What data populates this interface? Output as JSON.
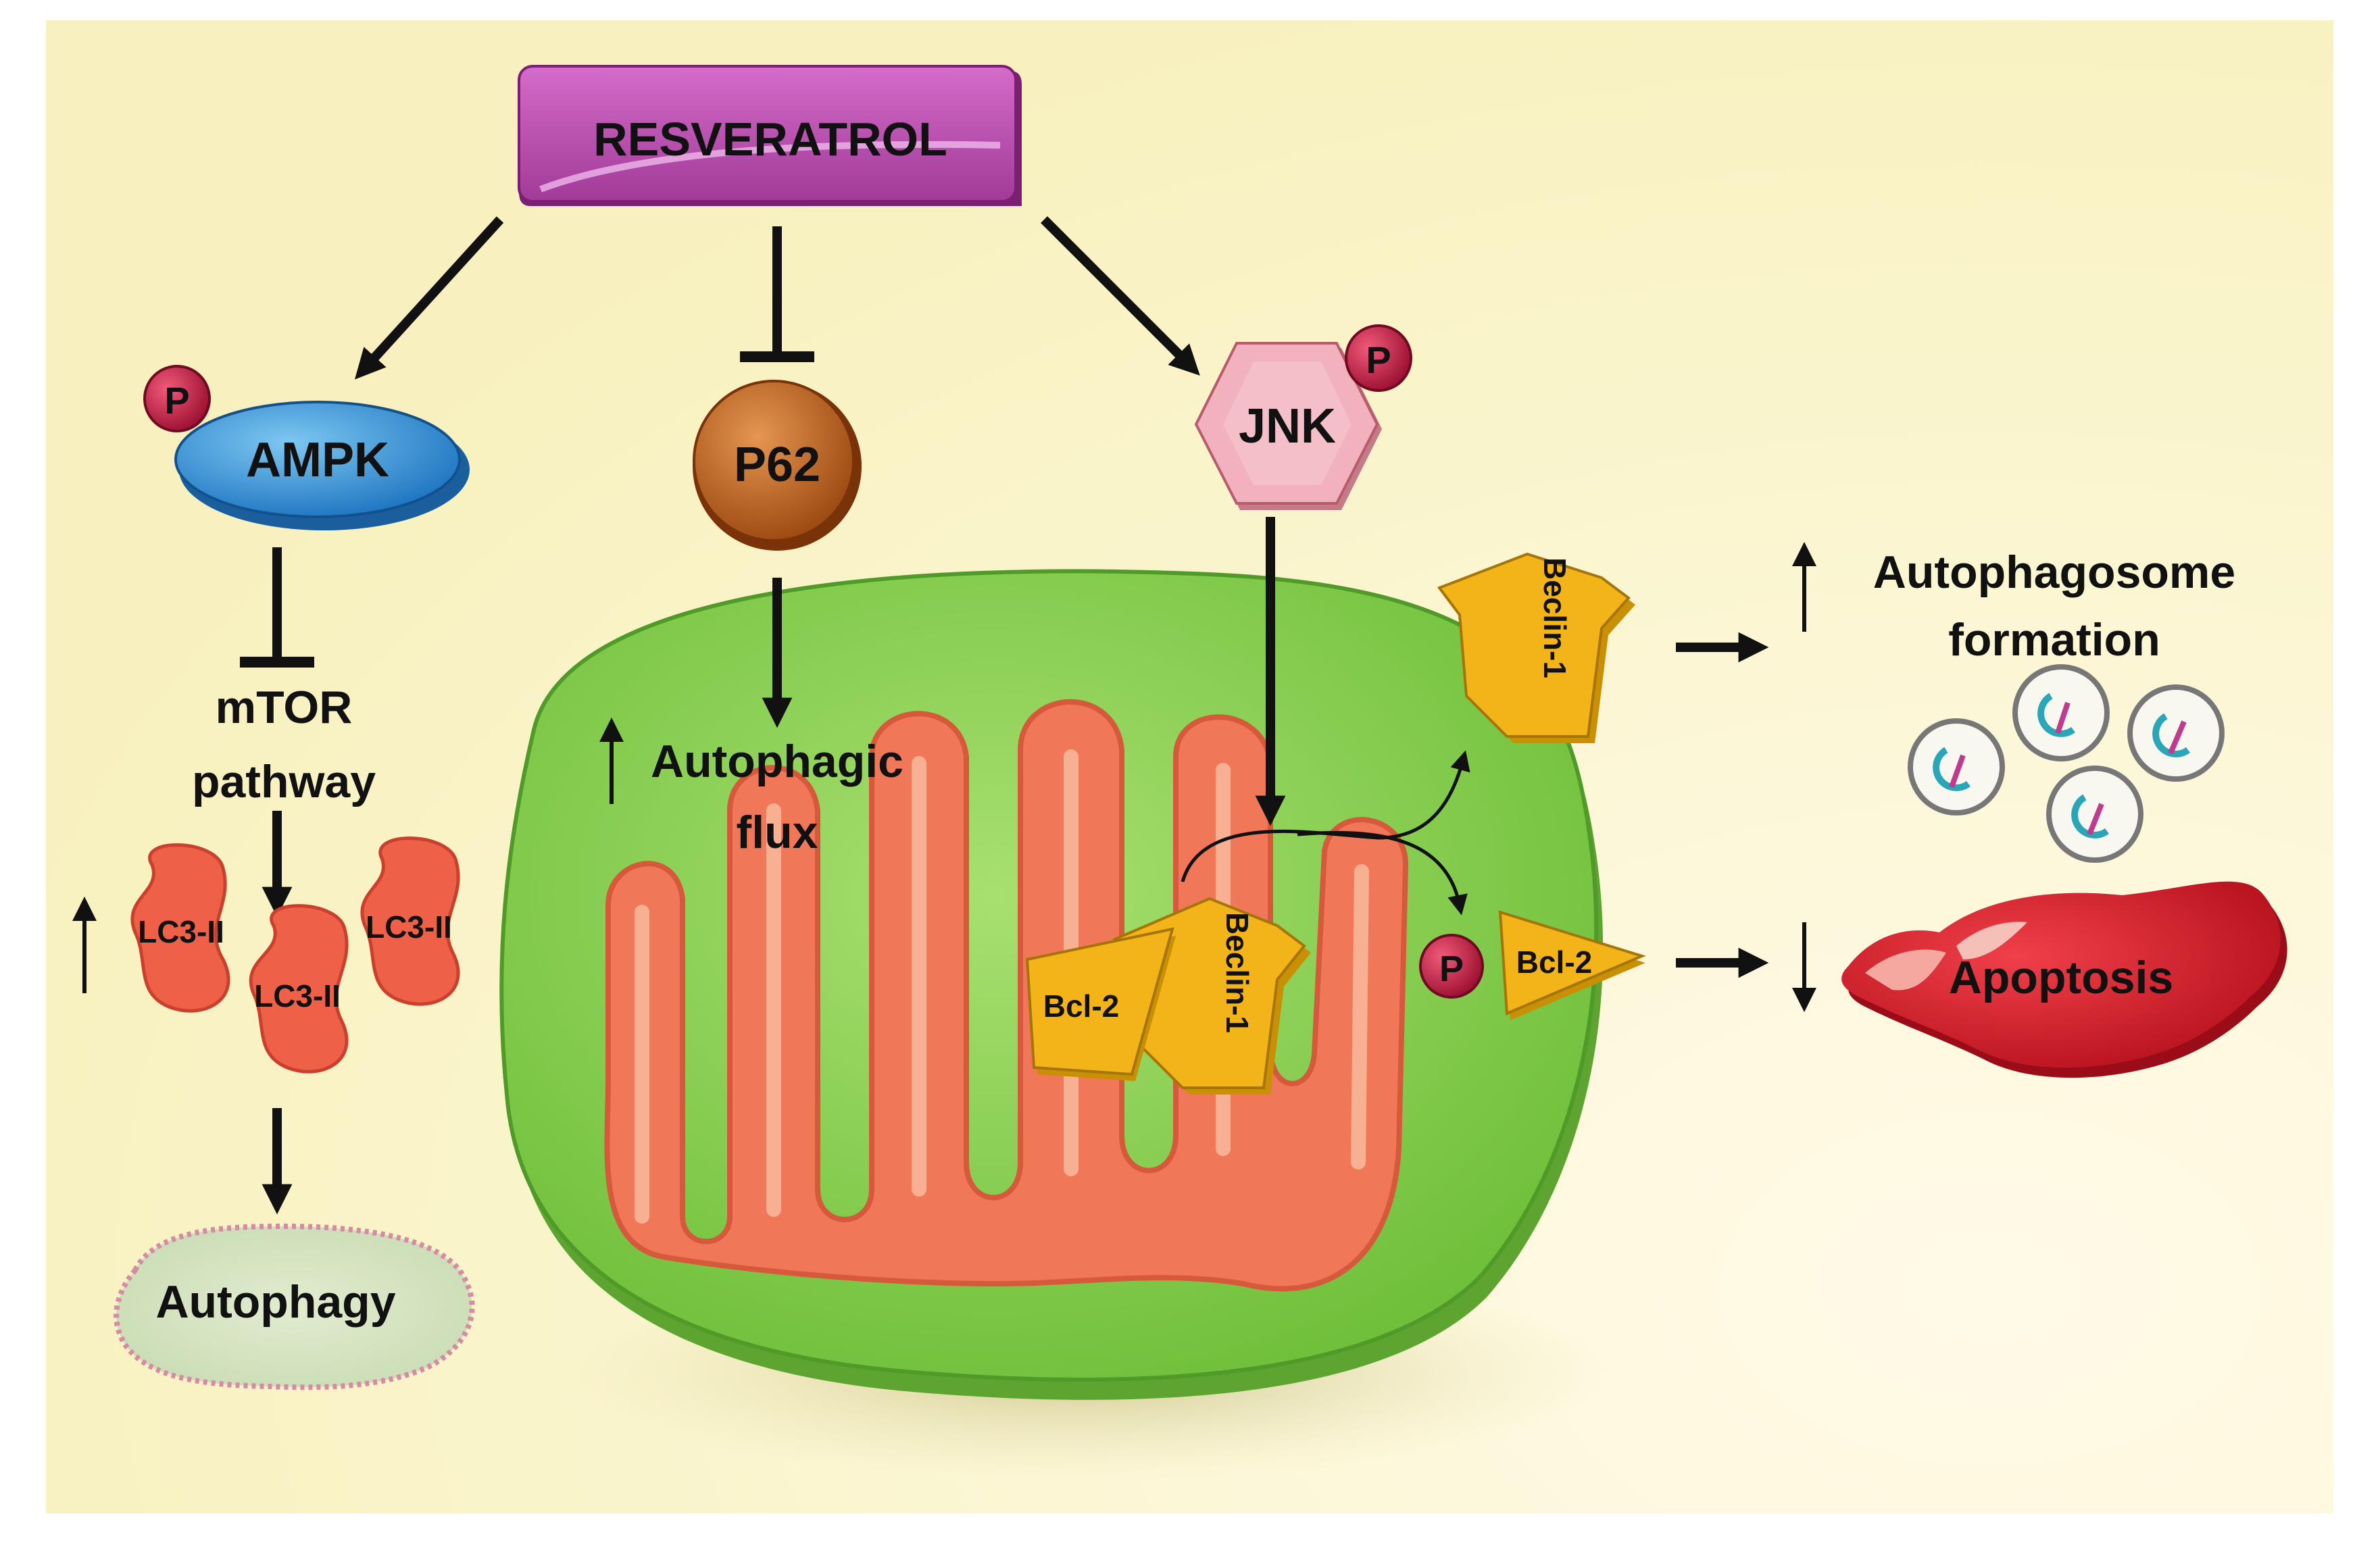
{
  "diagram": {
    "top_node": "RESVERATROL",
    "phospho_label": "P",
    "nodes": {
      "ampk": "AMPK",
      "p62": "P62",
      "jnk": "JNK",
      "mtor_line1": "mTOR",
      "mtor_line2": "pathway",
      "lc3": "LC3-II",
      "autophagy": "Autophagy",
      "flux_line1": "Autophagic",
      "flux_line2": "flux",
      "bcl2": "Bcl-2",
      "beclin1": "Beclin-1",
      "autophagosome_line1": "Autophagosome",
      "autophagosome_line2": "formation",
      "apoptosis": "Apoptosis"
    },
    "changes": {
      "lc3": "increase",
      "autophagic_flux": "increase",
      "autophagosome_formation": "increase",
      "apoptosis": "decrease"
    },
    "edges": [
      {
        "from": "RESVERATROL",
        "to": "AMPK",
        "type": "activation"
      },
      {
        "from": "RESVERATROL",
        "to": "P62",
        "type": "inhibition"
      },
      {
        "from": "RESVERATROL",
        "to": "JNK",
        "type": "activation"
      },
      {
        "from": "AMPK",
        "to": "mTOR pathway",
        "type": "inhibition"
      },
      {
        "from": "mTOR pathway",
        "to": "LC3-II",
        "type": "activation"
      },
      {
        "from": "LC3-II",
        "to": "Autophagy",
        "type": "activation"
      },
      {
        "from": "P62",
        "to": "Autophagic flux",
        "type": "activation"
      },
      {
        "from": "JNK",
        "to": "Bcl-2/Beclin-1",
        "type": "activation"
      },
      {
        "from": "Bcl-2/Beclin-1",
        "to": "Beclin-1",
        "type": "activation"
      },
      {
        "from": "Bcl-2/Beclin-1",
        "to": "Bcl-2",
        "type": "activation"
      },
      {
        "from": "Beclin-1",
        "to": "Autophagosome formation",
        "type": "activation"
      },
      {
        "from": "Bcl-2",
        "to": "Apoptosis",
        "type": "activation"
      }
    ],
    "colors": {
      "background": "#fbf7d2",
      "resveratrol": "#c04fb6",
      "ampk": "#2b8fd6",
      "p62": "#c0621a",
      "jnk": "#f0a8b4",
      "phospho": "#c21e4a",
      "mitochondrion": "#8fd45a",
      "cristae": "#f07858",
      "lc3": "#ee6048",
      "beclin_bcl2": "#f2b418",
      "apoptosis": "#d81e2a"
    }
  }
}
